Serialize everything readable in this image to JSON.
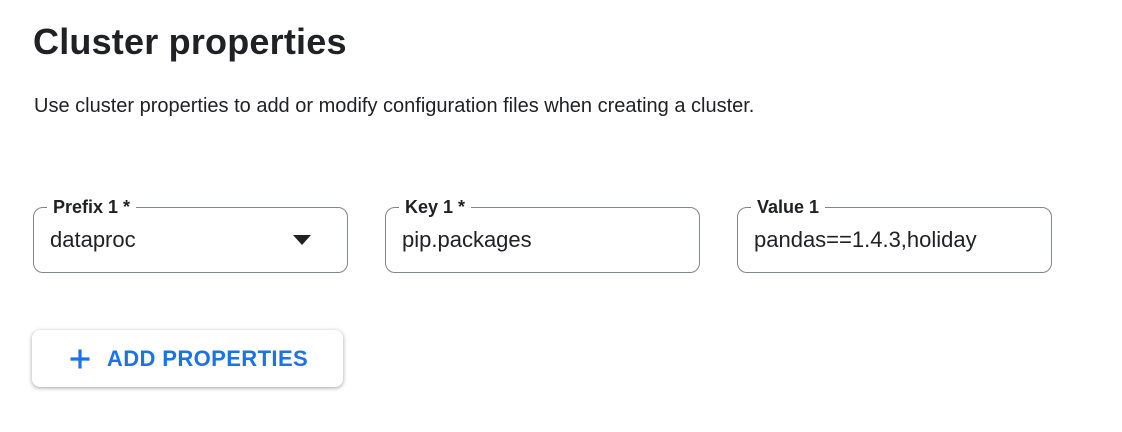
{
  "header": {
    "title": "Cluster properties",
    "description": "Use cluster properties to add or modify configuration files when creating a cluster."
  },
  "property_row": {
    "prefix": {
      "label": "Prefix 1 *",
      "value": "dataproc",
      "icon": "arrow-drop-down-icon"
    },
    "key": {
      "label": "Key 1 *",
      "value": "pip.packages"
    },
    "value": {
      "label": "Value 1",
      "value": "pandas==1.4.3,holiday"
    }
  },
  "actions": {
    "add_properties_label": "ADD PROPERTIES",
    "icon": "plus-icon"
  },
  "colors": {
    "accent_blue": "#1a73e8",
    "text_primary": "#202124",
    "field_border": "#80868b",
    "background": "#ffffff"
  }
}
